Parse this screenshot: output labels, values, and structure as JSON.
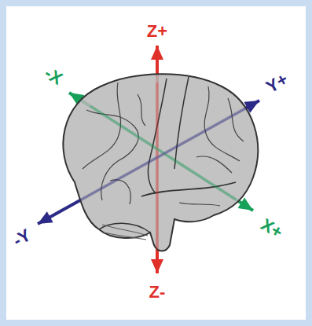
{
  "diagram": {
    "labels": [
      "Z+",
      "-X",
      "Y+",
      "-Y",
      "X+",
      "Z-"
    ]
  }
}
